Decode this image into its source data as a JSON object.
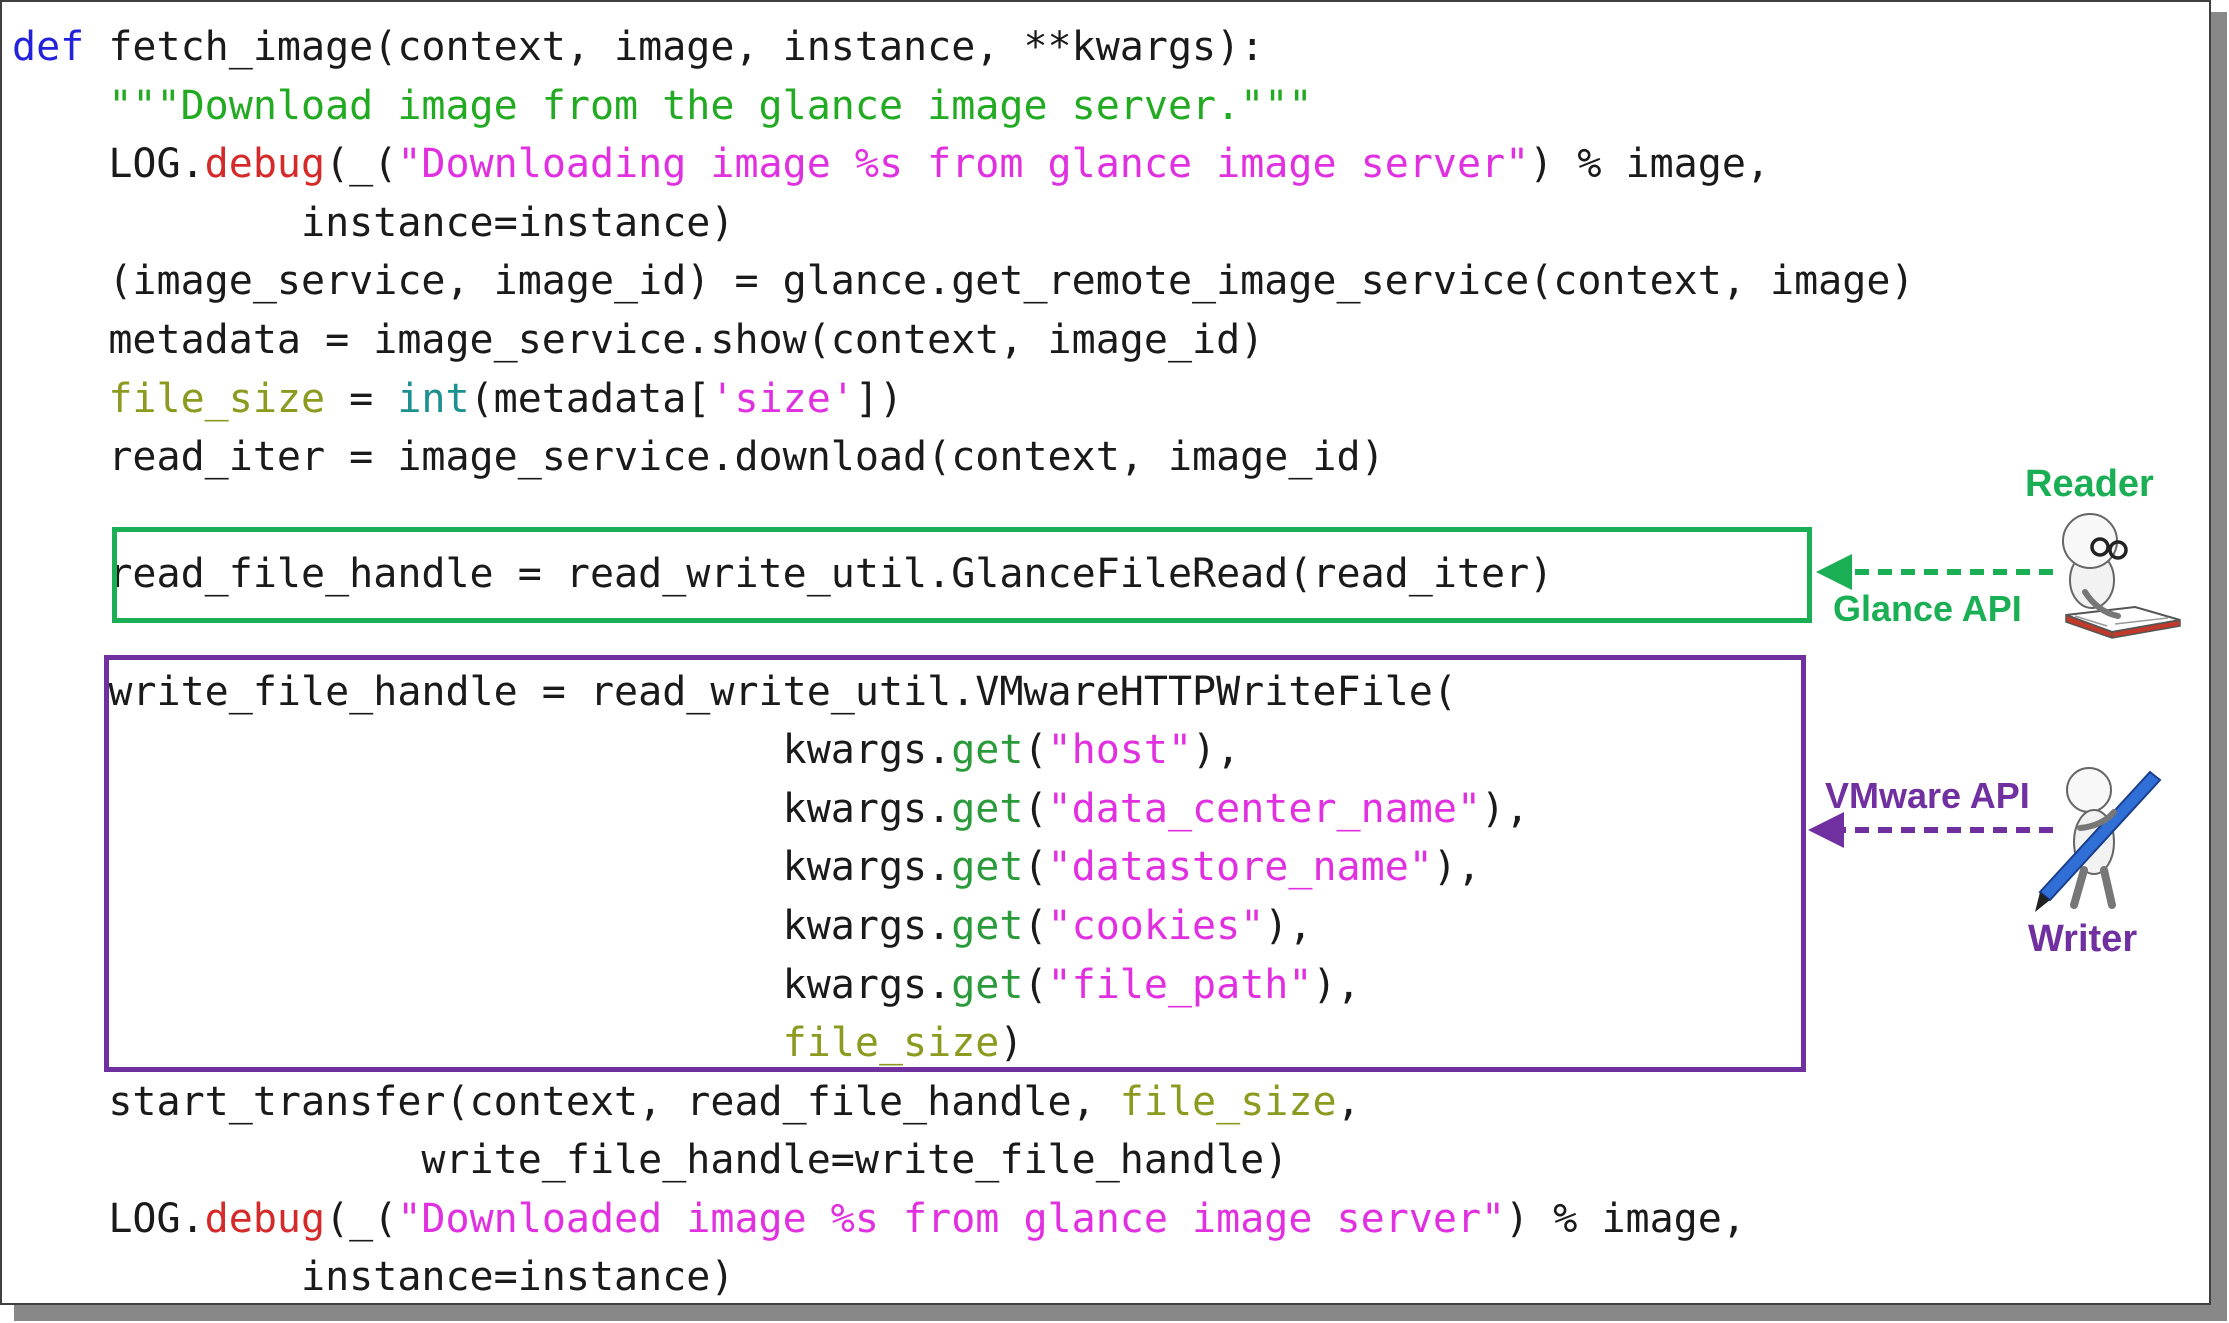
{
  "code_lines": [
    [
      {
        "t": "def",
        "c": "kw"
      },
      {
        "t": " fetch_image(context, image, instance, **kwargs):",
        "c": ""
      }
    ],
    [
      {
        "t": "    ",
        "c": ""
      },
      {
        "t": "\"\"\"Download image from the glance image server.\"\"\"",
        "c": "doc"
      }
    ],
    [
      {
        "t": "    LOG.",
        "c": ""
      },
      {
        "t": "debug",
        "c": "red"
      },
      {
        "t": "(_(",
        "c": ""
      },
      {
        "t": "\"Downloading image %s from glance image server\"",
        "c": "str"
      },
      {
        "t": ") % image,",
        "c": ""
      }
    ],
    [
      {
        "t": "            instance=instance)",
        "c": ""
      }
    ],
    [
      {
        "t": "    (image_service, image_id) = glance.get_remote_image_service(context, image)",
        "c": ""
      }
    ],
    [
      {
        "t": "    metadata = image_service.show(context, image_id)",
        "c": ""
      }
    ],
    [
      {
        "t": "    ",
        "c": ""
      },
      {
        "t": "file_size",
        "c": "olive"
      },
      {
        "t": " = ",
        "c": ""
      },
      {
        "t": "int",
        "c": "teal"
      },
      {
        "t": "(metadata[",
        "c": ""
      },
      {
        "t": "'size'",
        "c": "str"
      },
      {
        "t": "])",
        "c": ""
      }
    ],
    [
      {
        "t": "    read_iter = image_service.download(context, image_id)",
        "c": ""
      }
    ],
    [
      {
        "t": "",
        "c": ""
      }
    ],
    [
      {
        "t": "    read_file_handle = read_write_util.GlanceFileRead(read_iter)",
        "c": ""
      }
    ],
    [
      {
        "t": "",
        "c": ""
      }
    ],
    [
      {
        "t": "    write_file_handle = read_write_util.VMwareHTTPWriteFile(",
        "c": ""
      }
    ],
    [
      {
        "t": "                                kwargs.",
        "c": ""
      },
      {
        "t": "get",
        "c": "green"
      },
      {
        "t": "(",
        "c": ""
      },
      {
        "t": "\"host\"",
        "c": "str"
      },
      {
        "t": "),",
        "c": ""
      }
    ],
    [
      {
        "t": "                                kwargs.",
        "c": ""
      },
      {
        "t": "get",
        "c": "green"
      },
      {
        "t": "(",
        "c": ""
      },
      {
        "t": "\"data_center_name\"",
        "c": "str"
      },
      {
        "t": "),",
        "c": ""
      }
    ],
    [
      {
        "t": "                                kwargs.",
        "c": ""
      },
      {
        "t": "get",
        "c": "green"
      },
      {
        "t": "(",
        "c": ""
      },
      {
        "t": "\"datastore_name\"",
        "c": "str"
      },
      {
        "t": "),",
        "c": ""
      }
    ],
    [
      {
        "t": "                                kwargs.",
        "c": ""
      },
      {
        "t": "get",
        "c": "green"
      },
      {
        "t": "(",
        "c": ""
      },
      {
        "t": "\"cookies\"",
        "c": "str"
      },
      {
        "t": "),",
        "c": ""
      }
    ],
    [
      {
        "t": "                                kwargs.",
        "c": ""
      },
      {
        "t": "get",
        "c": "green"
      },
      {
        "t": "(",
        "c": ""
      },
      {
        "t": "\"file_path\"",
        "c": "str"
      },
      {
        "t": "),",
        "c": ""
      }
    ],
    [
      {
        "t": "                                ",
        "c": ""
      },
      {
        "t": "file_size",
        "c": "olive"
      },
      {
        "t": ")",
        "c": ""
      }
    ],
    [
      {
        "t": "    start_transfer(context, read_file_handle, ",
        "c": ""
      },
      {
        "t": "file_size",
        "c": "olive"
      },
      {
        "t": ",",
        "c": ""
      }
    ],
    [
      {
        "t": "                 write_file_handle=write_file_handle)",
        "c": ""
      }
    ],
    [
      {
        "t": "    LOG.",
        "c": ""
      },
      {
        "t": "debug",
        "c": "red"
      },
      {
        "t": "(_(",
        "c": ""
      },
      {
        "t": "\"Downloaded image %s from glance image server\"",
        "c": "str"
      },
      {
        "t": ") % image,",
        "c": ""
      }
    ],
    [
      {
        "t": "            instance=instance)",
        "c": ""
      }
    ]
  ],
  "reader": {
    "role": "Reader",
    "api": "Glance API",
    "color": "#1aae55",
    "icon": "reader-figure-icon"
  },
  "writer": {
    "role": "Writer",
    "api": "VMware API",
    "color": "#7030a0",
    "icon": "writer-figure-icon"
  },
  "colors": {
    "keyword": "#2222dd",
    "docstring": "#22aa22",
    "string": "#e030e0",
    "method_red": "#d42a2a",
    "olive": "#8c9a20",
    "builtin": "#1c8f8f"
  }
}
